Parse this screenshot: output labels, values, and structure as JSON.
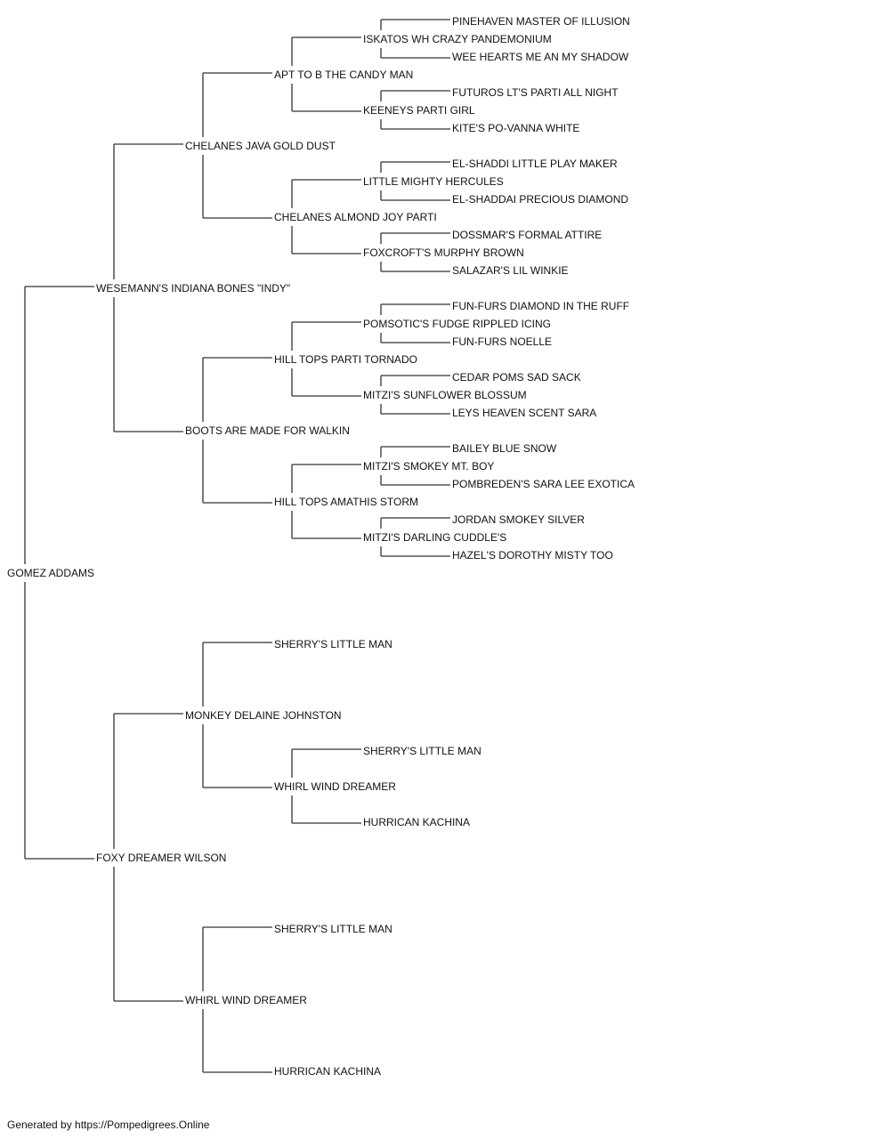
{
  "pedigree": {
    "name": "GOMEZ ADDAMS",
    "sire": {
      "name": "WESEMANN'S INDIANA BONES \"INDY\"",
      "sire": {
        "name": "CHELANES JAVA GOLD DUST",
        "sire": {
          "name": "APT TO B THE CANDY MAN",
          "sire": {
            "name": "ISKATOS WH CRAZY PANDEMONIUM",
            "sire": {
              "name": "PINEHAVEN MASTER OF ILLUSION"
            },
            "dam": {
              "name": "WEE HEARTS ME AN MY SHADOW"
            }
          },
          "dam": {
            "name": "KEENEYS PARTI GIRL",
            "sire": {
              "name": "FUTUROS LT'S PARTI ALL NIGHT"
            },
            "dam": {
              "name": "KITE'S PO-VANNA WHITE"
            }
          }
        },
        "dam": {
          "name": "CHELANES ALMOND JOY PARTI",
          "sire": {
            "name": "LITTLE MIGHTY HERCULES",
            "sire": {
              "name": "EL-SHADDI LITTLE PLAY MAKER"
            },
            "dam": {
              "name": "EL-SHADDAI PRECIOUS DIAMOND"
            }
          },
          "dam": {
            "name": "FOXCROFT'S MURPHY BROWN",
            "sire": {
              "name": "DOSSMAR'S FORMAL ATTIRE"
            },
            "dam": {
              "name": "SALAZAR'S LIL WINKIE"
            }
          }
        }
      },
      "dam": {
        "name": "BOOTS ARE MADE FOR WALKIN",
        "sire": {
          "name": "HILL TOPS PARTI TORNADO",
          "sire": {
            "name": "POMSOTIC'S FUDGE RIPPLED ICING",
            "sire": {
              "name": "FUN-FURS DIAMOND IN THE RUFF"
            },
            "dam": {
              "name": "FUN-FURS NOELLE"
            }
          },
          "dam": {
            "name": "MITZI'S SUNFLOWER BLOSSUM",
            "sire": {
              "name": "CEDAR POMS SAD SACK"
            },
            "dam": {
              "name": "LEYS HEAVEN SCENT SARA"
            }
          }
        },
        "dam": {
          "name": "HILL TOPS AMATHIS STORM",
          "sire": {
            "name": "MITZI'S SMOKEY MT. BOY",
            "sire": {
              "name": "BAILEY BLUE SNOW"
            },
            "dam": {
              "name": "POMBREDEN'S SARA LEE EXOTICA"
            }
          },
          "dam": {
            "name": "MITZI'S DARLING CUDDLE'S",
            "sire": {
              "name": "JORDAN SMOKEY SILVER"
            },
            "dam": {
              "name": "HAZEL'S DOROTHY MISTY TOO"
            }
          }
        }
      }
    },
    "dam": {
      "name": "FOXY DREAMER WILSON",
      "sire": {
        "name": "MONKEY DELAINE JOHNSTON",
        "sire": {
          "name": "SHERRY'S LITTLE MAN"
        },
        "dam": {
          "name": "WHIRL WIND DREAMER",
          "sire": {
            "name": "SHERRY'S LITTLE MAN"
          },
          "dam": {
            "name": "HURRICAN KACHINA"
          }
        }
      },
      "dam": {
        "name": "WHIRL WIND DREAMER",
        "sire": {
          "name": "SHERRY'S LITTLE MAN"
        },
        "dam": {
          "name": "HURRICAN KACHINA"
        }
      }
    }
  },
  "footer": "Generated by https://Pompedigrees.Online"
}
